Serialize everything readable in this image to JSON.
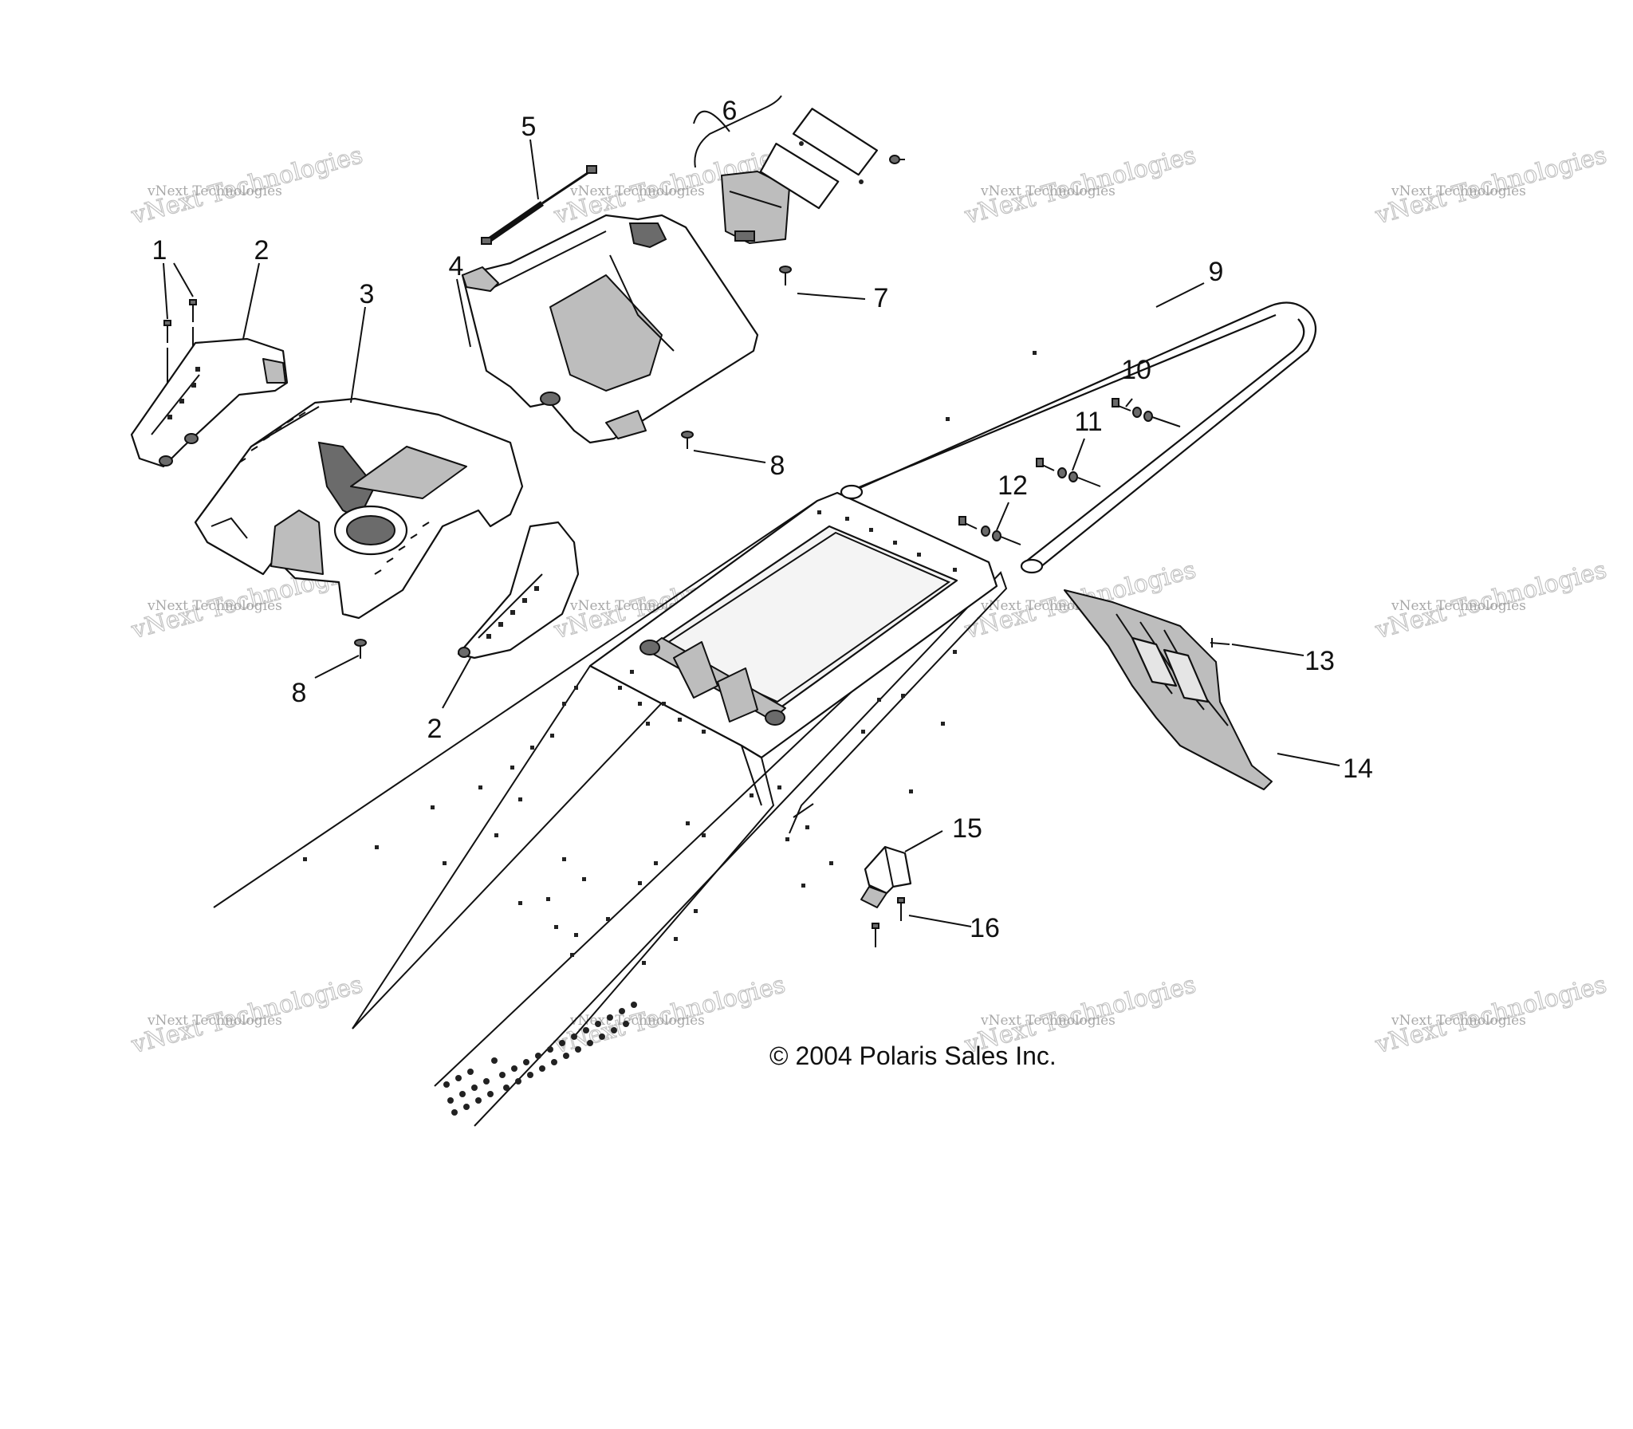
{
  "diagram": {
    "copyright": "© 2004 Polaris Sales Inc.",
    "watermark": {
      "line1": "vNext Technologies",
      "line2": "vNext Technologies"
    },
    "callouts": [
      {
        "id": "c1",
        "label": "1"
      },
      {
        "id": "c2a",
        "label": "2"
      },
      {
        "id": "c2b",
        "label": "2"
      },
      {
        "id": "c3",
        "label": "3"
      },
      {
        "id": "c4",
        "label": "4"
      },
      {
        "id": "c5",
        "label": "5"
      },
      {
        "id": "c6",
        "label": "6"
      },
      {
        "id": "c7",
        "label": "7"
      },
      {
        "id": "c8a",
        "label": "8"
      },
      {
        "id": "c8b",
        "label": "8"
      },
      {
        "id": "c9",
        "label": "9"
      },
      {
        "id": "c10",
        "label": "10"
      },
      {
        "id": "c11",
        "label": "11"
      },
      {
        "id": "c12",
        "label": "12"
      },
      {
        "id": "c13",
        "label": "13"
      },
      {
        "id": "c14",
        "label": "14"
      },
      {
        "id": "c15",
        "label": "15"
      },
      {
        "id": "c16",
        "label": "16"
      }
    ]
  }
}
